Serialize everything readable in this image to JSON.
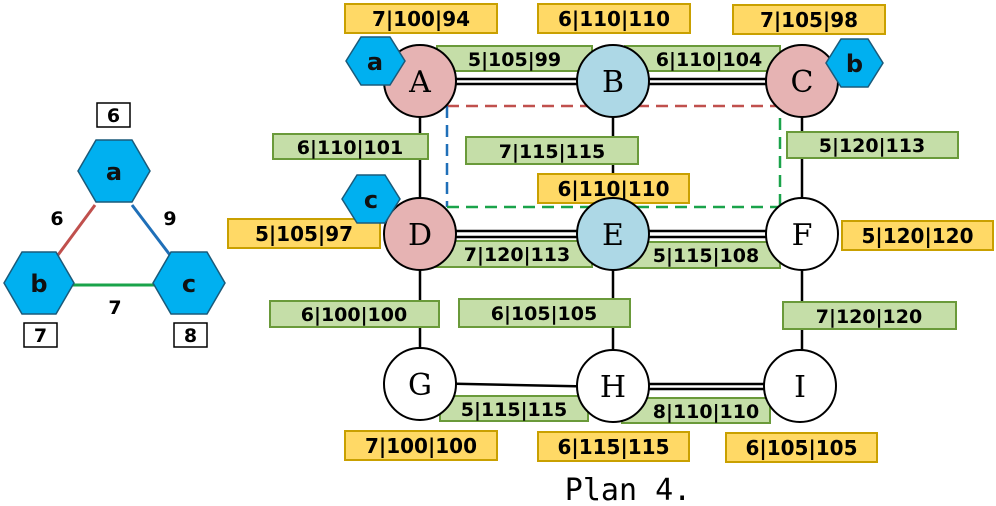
{
  "colors": {
    "node_pink": "#e6b3b3",
    "node_blue": "#add8e6",
    "node_white": "#ffffff",
    "hexagon_fill": "#00b0f0",
    "yellow_fill": "#ffd966",
    "yellow_border": "#c9a000",
    "green_fill": "#c5dea8",
    "green_border": "#6a9a3a",
    "edge_red": "#c0504d",
    "edge_blue": "#1f6fb8",
    "edge_green": "#1aa34a"
  },
  "triangle": {
    "hexagons": [
      {
        "id": "a",
        "label": "a",
        "weight": "6"
      },
      {
        "id": "b",
        "label": "b",
        "weight": "7"
      },
      {
        "id": "c",
        "label": "c",
        "weight": "8"
      }
    ],
    "edges": [
      {
        "from": "a",
        "to": "b",
        "label": "6",
        "color": "edge_red"
      },
      {
        "from": "a",
        "to": "c",
        "label": "9",
        "color": "edge_blue"
      },
      {
        "from": "b",
        "to": "c",
        "label": "7",
        "color": "edge_green"
      }
    ]
  },
  "grid": {
    "nodes": [
      {
        "id": "A",
        "label": "A",
        "fill": "node_pink"
      },
      {
        "id": "B",
        "label": "B",
        "fill": "node_blue"
      },
      {
        "id": "C",
        "label": "C",
        "fill": "node_pink"
      },
      {
        "id": "D",
        "label": "D",
        "fill": "node_pink"
      },
      {
        "id": "E",
        "label": "E",
        "fill": "node_blue"
      },
      {
        "id": "F",
        "label": "F",
        "fill": "node_white"
      },
      {
        "id": "G",
        "label": "G",
        "fill": "node_white"
      },
      {
        "id": "H",
        "label": "H",
        "fill": "node_white"
      },
      {
        "id": "I",
        "label": "I",
        "fill": "node_white"
      }
    ],
    "node_labels": {
      "A": "7|100|94",
      "B": "6|110|110",
      "C": "7|105|98",
      "D": "5|105|97",
      "E": "6|110|110",
      "F": "5|120|120",
      "G": "7|100|100",
      "H": "6|115|115",
      "I": "6|105|105"
    },
    "edge_labels": {
      "A-B": "5|105|99",
      "B-C": "6|110|104",
      "A-D": "6|110|101",
      "B-E": "7|115|115",
      "C-F": "5|120|113",
      "D-E": "7|120|113",
      "E-F": "5|115|108",
      "D-G": "6|100|100",
      "E-H": "6|105|105",
      "F-I": "7|120|120",
      "G-H": "5|115|115",
      "H-I": "8|110|110"
    },
    "placements": [
      {
        "hex": "a",
        "node": "A"
      },
      {
        "hex": "b",
        "node": "C"
      },
      {
        "hex": "c",
        "node": "D"
      }
    ]
  },
  "caption": "Plan 4."
}
